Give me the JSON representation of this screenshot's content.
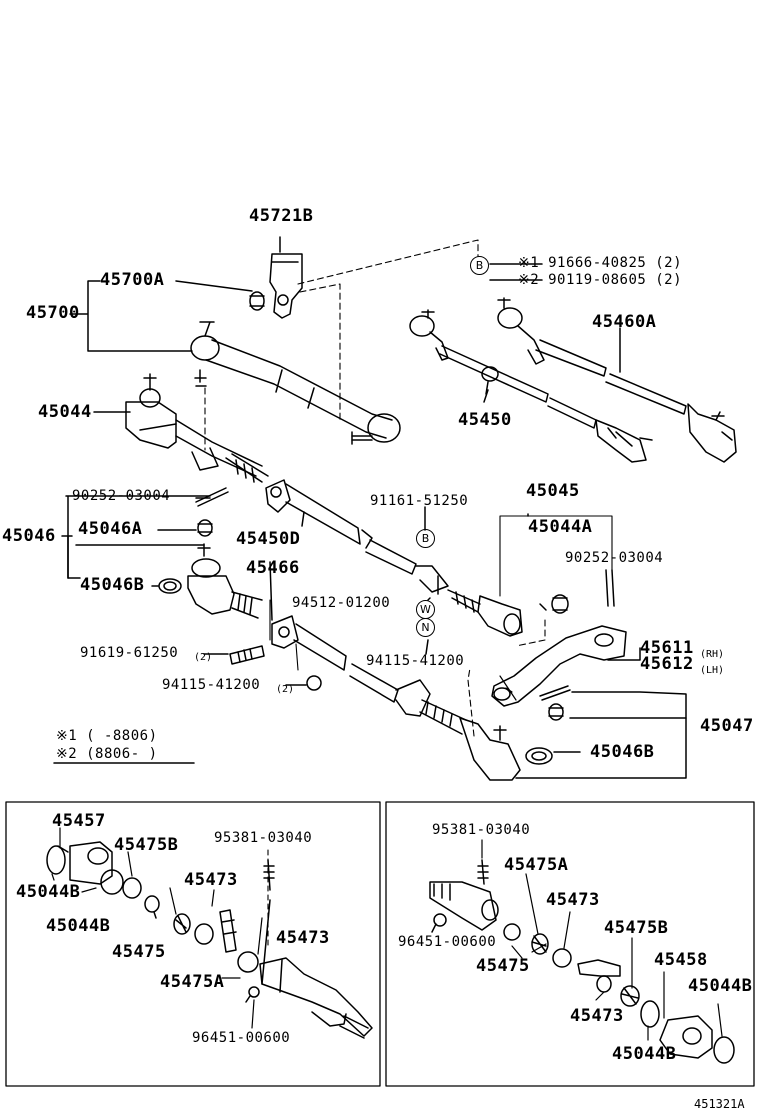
{
  "labels": {
    "l45721B": "45721B",
    "l45700A": "45700A",
    "l45700": "45700",
    "lNote1": "※1 91666-40825 (2)",
    "lNote2": "※2 90119-08605 (2)",
    "l45460A": "45460A",
    "l45044": "45044",
    "l45450": "45450",
    "l90252a": "90252-03004",
    "l45046": "45046",
    "l45046A": "45046A",
    "l45046B_top": "45046B",
    "l45450D": "45450D",
    "l91161": "91161-51250",
    "l45045": "45045",
    "l45044A": "45044A",
    "l90252b": "90252-03004",
    "l45466": "45466",
    "l94512": "94512-01200",
    "l91619": "91619-61250",
    "l91619q": "(2)",
    "l94115a": "94115-41200",
    "l94115b": "94115-41200",
    "l94115bq": "(2)",
    "l45611": "45611",
    "l45611s": "(RH)",
    "l45612": "45612",
    "l45612s": "(LH)",
    "l45047": "45047",
    "l45046B_right": "45046B",
    "legend1": "※1 (      -8806)",
    "legend2": "※2 (8806-      )",
    "l45457": "45457",
    "l45475B_l": "45475B",
    "l45044B_l1": "45044B",
    "l45044B_l2": "45044B",
    "l45475_l": "45475",
    "l45473_l1": "45473",
    "l95381_l": "95381-03040",
    "l45473_l2": "45473",
    "l45475A_l": "45475A",
    "l96451_l": "96451-00600",
    "l95381_r": "95381-03040",
    "l45475A_r": "45475A",
    "l45473_r1": "45473",
    "l96451_r": "96451-00600",
    "l45475_r": "45475",
    "l45475B_r": "45475B",
    "l45458": "45458",
    "l45044B_r1": "45044B",
    "l45473_r2": "45473",
    "l45044B_r2": "45044B",
    "footer": "451321A"
  },
  "circled": {
    "B1": "B",
    "B2": "B",
    "W": "W",
    "N": "N"
  }
}
